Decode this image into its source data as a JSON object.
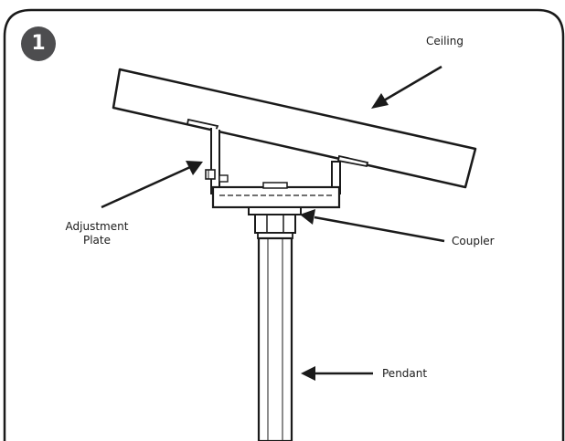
{
  "step_number": "1",
  "labels": {
    "ceiling": "Ceiling",
    "adjustment_plate_line1": "Adjustment",
    "adjustment_plate_line2": "Plate",
    "coupler": "Coupler",
    "pendant": "Pendant"
  }
}
